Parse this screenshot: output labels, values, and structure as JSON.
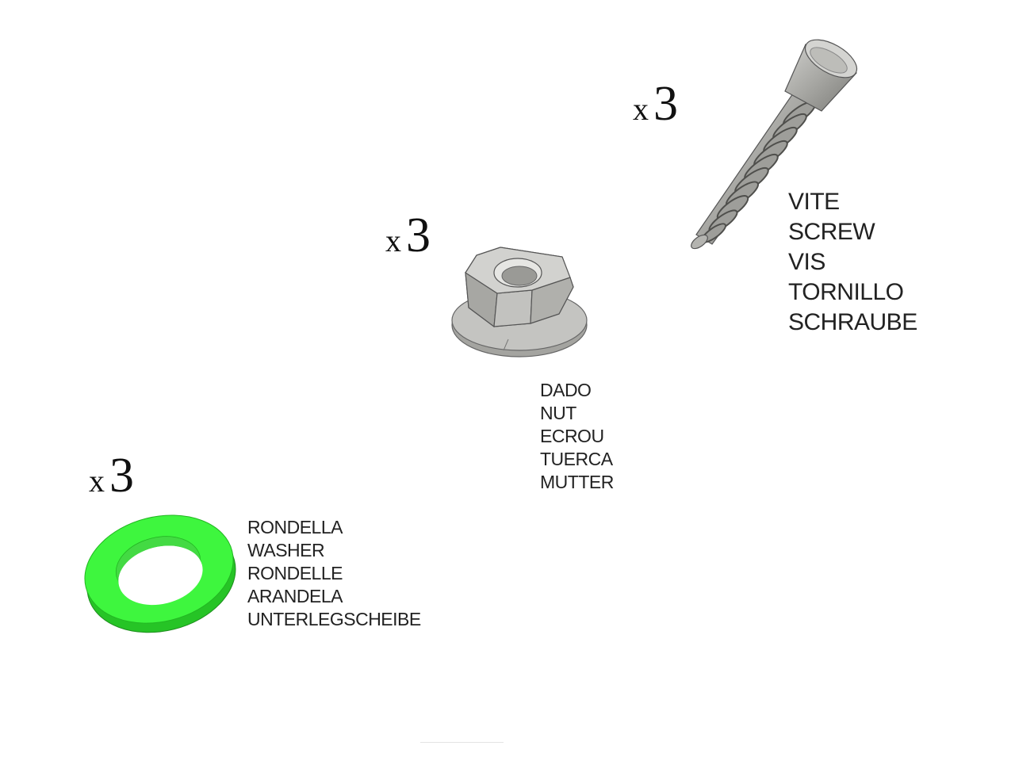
{
  "parts": {
    "screw": {
      "quantity_prefix": "x",
      "quantity": "3",
      "icon": "screw-icon",
      "names": [
        "VITE",
        "SCREW",
        "VIS",
        "TORNILLO",
        "SCHRAUBE"
      ]
    },
    "nut": {
      "quantity_prefix": "x",
      "quantity": "3",
      "icon": "flange-nut-icon",
      "names": [
        "DADO",
        "NUT",
        "ECROU",
        "TUERCA",
        "MUTTER"
      ]
    },
    "washer": {
      "quantity_prefix": "x",
      "quantity": "3",
      "icon": "washer-icon",
      "names": [
        "RONDELLA",
        "WASHER",
        "RONDELLE",
        "ARANDELA",
        "UNTERLEGSCHEIBE"
      ]
    }
  },
  "colors": {
    "washer_fill": "#3ef63e",
    "washer_edge": "#25c825",
    "metal_light": "#c9c9c6",
    "metal_mid": "#a9a9a5",
    "metal_dark": "#7d7d79",
    "text": "#222222"
  }
}
